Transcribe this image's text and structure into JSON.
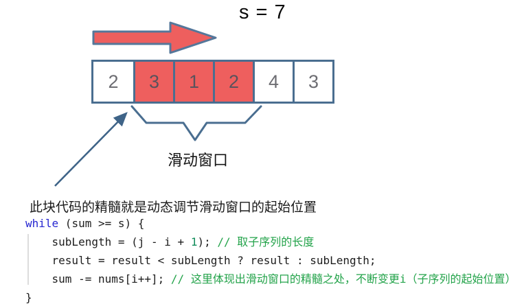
{
  "figure": {
    "sum_label": "s = 7",
    "window_label": "滑动窗口",
    "array_cells": [
      {
        "value": "2",
        "highlight": false
      },
      {
        "value": "3",
        "highlight": true
      },
      {
        "value": "1",
        "highlight": true
      },
      {
        "value": "2",
        "highlight": true
      },
      {
        "value": "4",
        "highlight": false
      },
      {
        "value": "3",
        "highlight": false
      }
    ],
    "icons": {
      "forward_arrow": "block-arrow-right",
      "pointer_arrow": "thin-arrow-up-right",
      "window_brace": "underbrace"
    }
  },
  "caption": "此块代码的精髓就是动态调节滑动窗口的起始位置",
  "code": {
    "lines": [
      [
        {
          "text": "while",
          "type": "keyword"
        },
        {
          "text": " (sum >= s) {",
          "type": "plain"
        }
      ],
      [
        {
          "text": "    subLength = (j - i + ",
          "type": "plain"
        },
        {
          "text": "1",
          "type": "number"
        },
        {
          "text": "); ",
          "type": "plain"
        },
        {
          "text": "// 取子序列的长度",
          "type": "comment"
        }
      ],
      [
        {
          "text": "    result = result < subLength ? result : subLength;",
          "type": "plain"
        }
      ],
      [
        {
          "text": "    sum -= nums[i++]; ",
          "type": "plain"
        },
        {
          "text": "// 这里体现出滑动窗口的精髓之处，不断变更i（子序列的起始位置）",
          "type": "comment"
        }
      ],
      [
        {
          "text": "}",
          "type": "plain"
        }
      ]
    ]
  },
  "colors": {
    "highlight_red": "#ee5f5e",
    "outline_slate": "#4a6e90",
    "keyword_blue": "#2525d0",
    "comment_green": "#23a34a",
    "number_green": "#118c5a",
    "cell_number_gray": "#6d6d72"
  }
}
